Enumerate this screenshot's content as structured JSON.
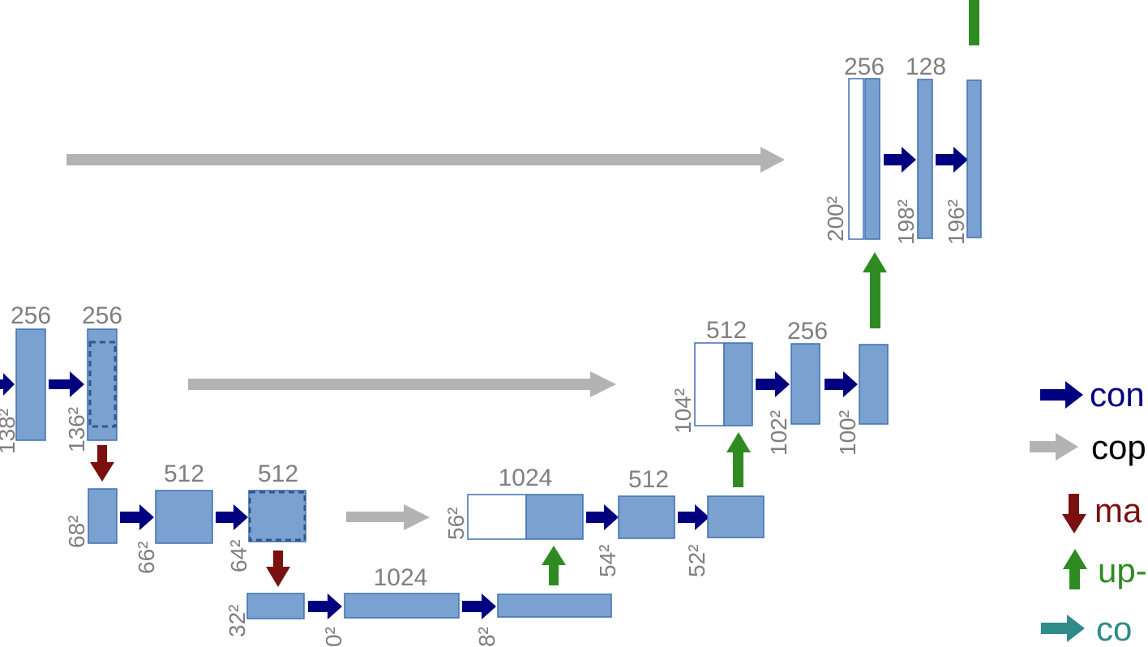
{
  "colors": {
    "block_fill": "#7aa1cf",
    "block_stroke": "#3f70b2",
    "conv_arrow": "#000080",
    "copy_arrow": "#b3b3b3",
    "pool_arrow": "#7a1010",
    "upconv_arrow": "#2e8b22",
    "final_arrow": "#2f8a8a",
    "label_gray": "#7f7f7f"
  },
  "level2": {
    "block_a": {
      "channels": "256",
      "size": "138²"
    },
    "block_b": {
      "channels": "256",
      "size": "136²"
    }
  },
  "level3": {
    "block_a": {
      "size": "68²"
    },
    "block_b": {
      "channels": "512",
      "size": "66²"
    },
    "block_c": {
      "channels": "512",
      "size": "64²"
    }
  },
  "bottom": {
    "block_a": {
      "size": "32²"
    },
    "block_b": {
      "channels": "1024",
      "size": "0²"
    },
    "block_c": {
      "size": "8²"
    }
  },
  "up3": {
    "block_a": {
      "channels": "1024",
      "size": "56²"
    },
    "block_b": {
      "channels": "512",
      "size": "54²"
    },
    "block_c": {
      "size": "52²"
    }
  },
  "up2": {
    "block_a": {
      "channels": "512",
      "size": "104²"
    },
    "block_b": {
      "channels": "256",
      "size": "102²"
    },
    "block_c": {
      "size": "100²"
    }
  },
  "up1": {
    "block_a": {
      "channels": "256",
      "size": "200²"
    },
    "block_b": {
      "channels": "128",
      "size": "198²"
    },
    "block_c": {
      "size": "196²"
    }
  },
  "legend": {
    "conv": "con",
    "copy": "cop",
    "pool": "ma",
    "upconv": "up-",
    "final": "co"
  }
}
